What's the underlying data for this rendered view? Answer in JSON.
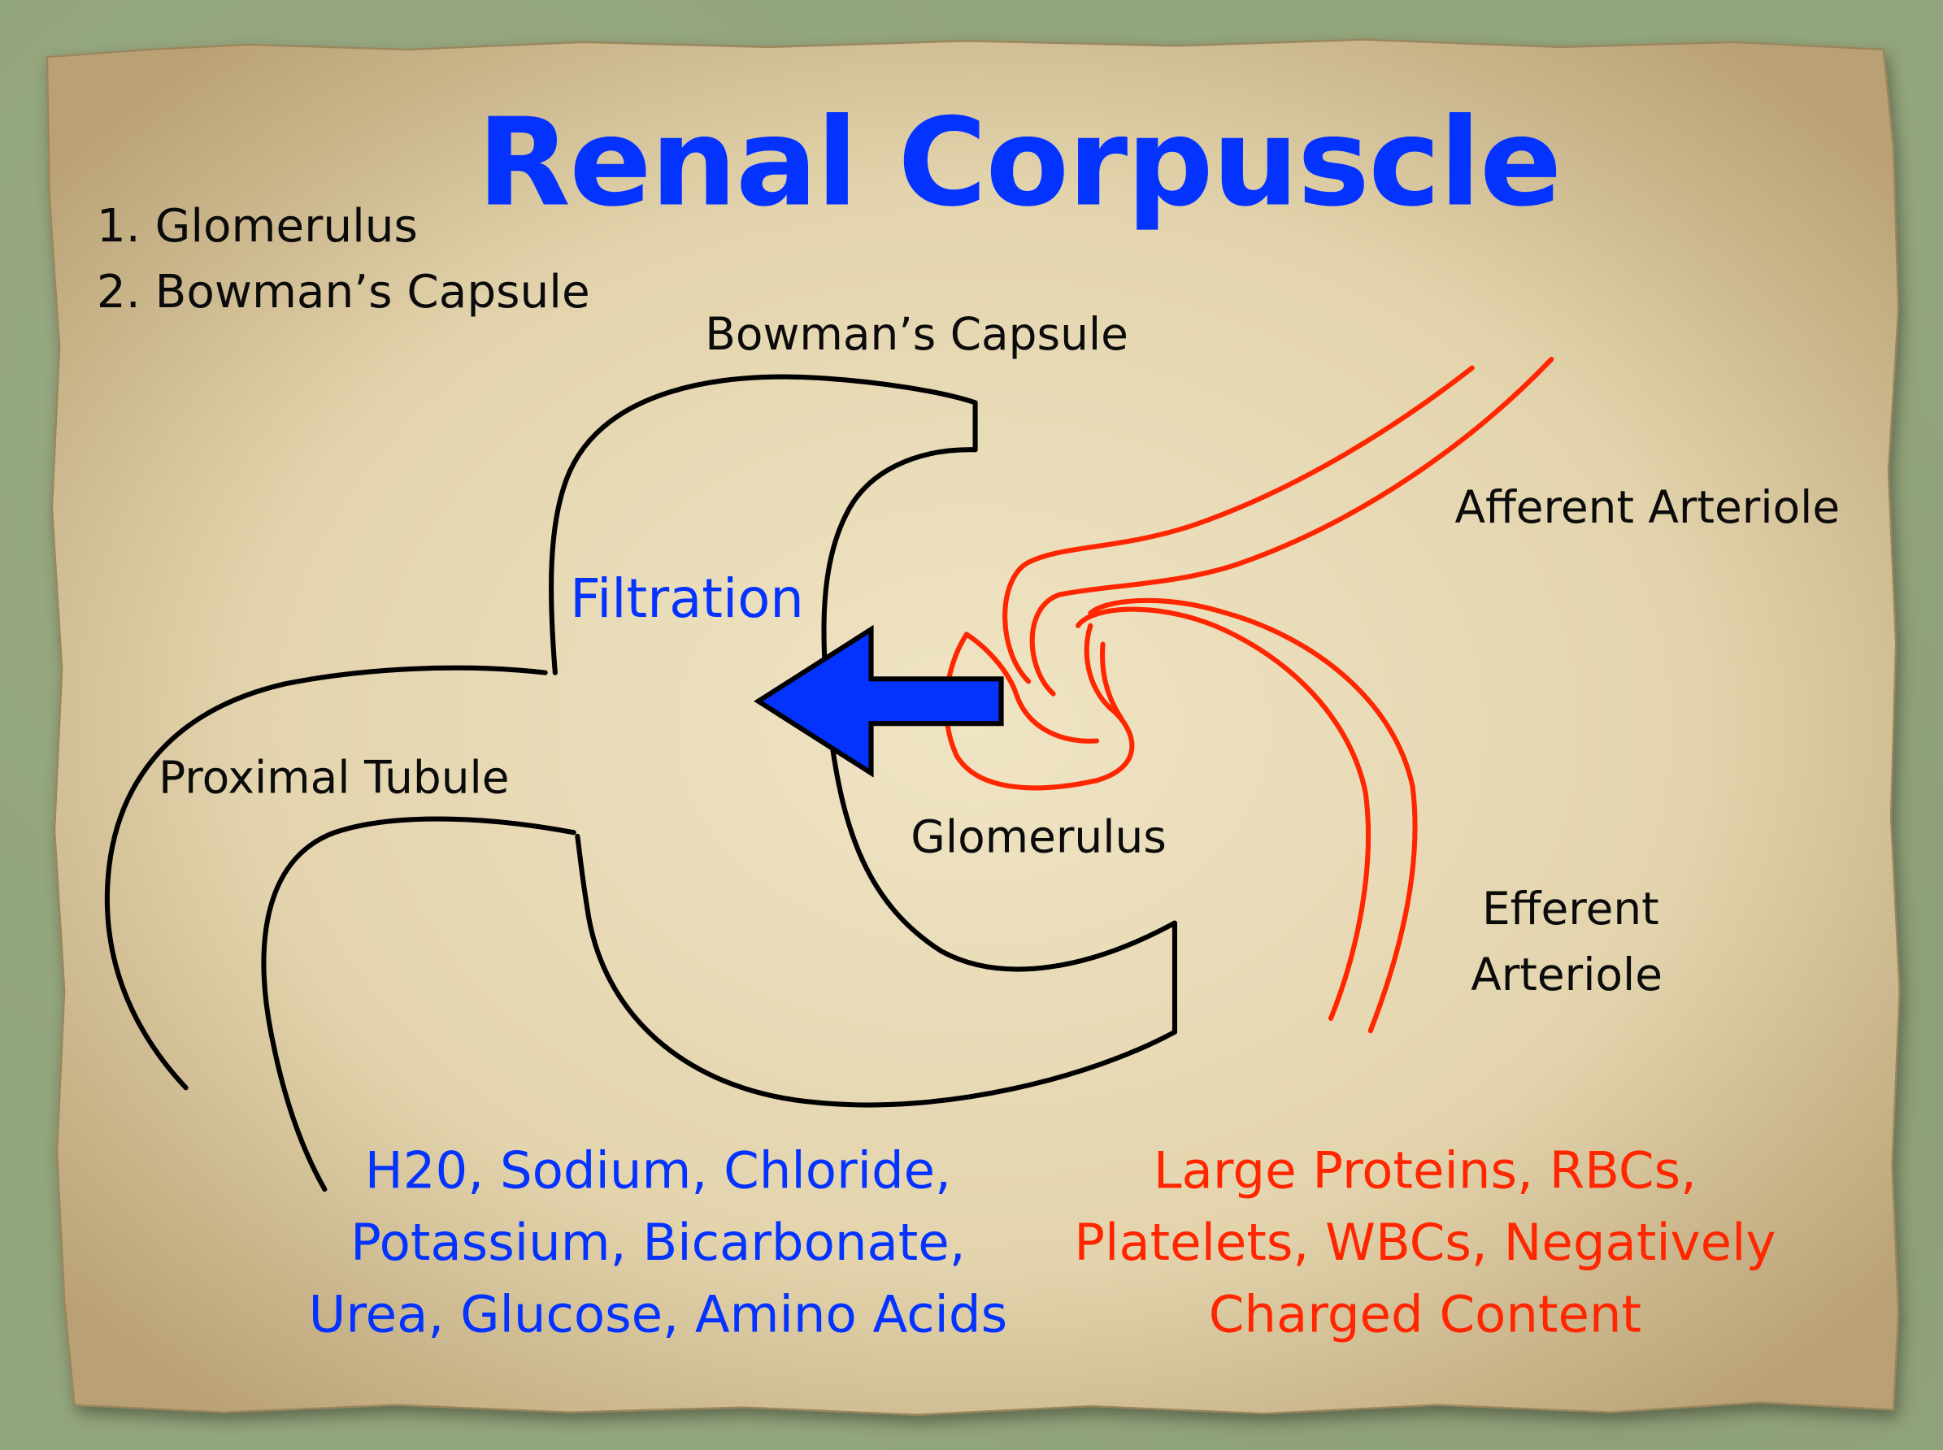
{
  "title": "Renal Corpuscle",
  "parts_list": [
    "1. Glomerulus",
    "2. Bowman’s Capsule"
  ],
  "labels": {
    "bowmans_capsule": "Bowman’s Capsule",
    "afferent_arteriole": "Afferent Arteriole",
    "filtration": "Filtration",
    "proximal_tubule": "Proximal Tubule",
    "glomerulus": "Glomerulus",
    "efferent_arteriole_line1": "Efferent",
    "efferent_arteriole_line2": "Arteriole"
  },
  "filtered_substances": [
    "H20, Sodium, Chloride,",
    "Potassium, Bicarbonate,",
    "Urea, Glucose, Amino Acids"
  ],
  "retained_substances": [
    "Large Proteins, RBCs,",
    "Platelets, WBCs, Negatively",
    "Charged Content"
  ],
  "colors": {
    "title": "#0433ff",
    "blue_text": "#0433ff",
    "red_text": "#ff2600",
    "vessel": "#ff2600",
    "capsule_outline": "#000000",
    "arrow_fill": "#0433ff",
    "paper": "#e2d3ac",
    "background": "#93a57c"
  },
  "icons": {
    "filtration_arrow": "left-arrow"
  }
}
